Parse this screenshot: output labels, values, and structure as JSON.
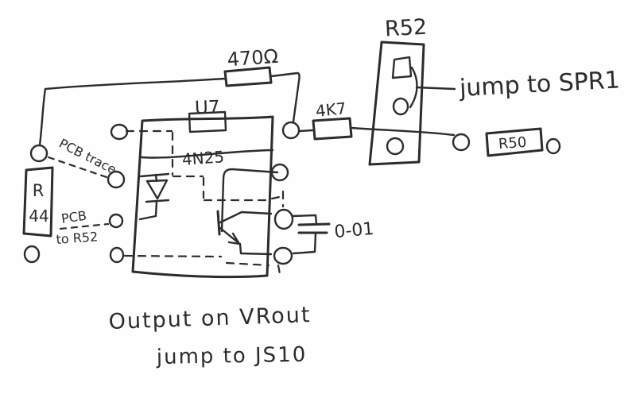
{
  "colors": {
    "ink": "#2e2c29",
    "paper": "#ffffff"
  },
  "components": {
    "r52_connector": {
      "ref": "R52"
    },
    "r470": {
      "value": "470Ω"
    },
    "u7_optocoupler": {
      "ref": "U7",
      "part": "4N25"
    },
    "r4k7": {
      "value": "4K7"
    },
    "r50": {
      "ref": "R50"
    },
    "r44": {
      "ref_line1": "R",
      "ref_line2": "44"
    },
    "capacitor": {
      "value": "0-01"
    }
  },
  "annotations": {
    "jump_spr1": "jump to SPR1",
    "pcb_trace": "PCB trace",
    "pcb_to_r52_line1": "PCB",
    "pcb_to_r52_line2": "to R52",
    "note_line1": "Output on VRout",
    "note_line2": "jump to JS10"
  }
}
